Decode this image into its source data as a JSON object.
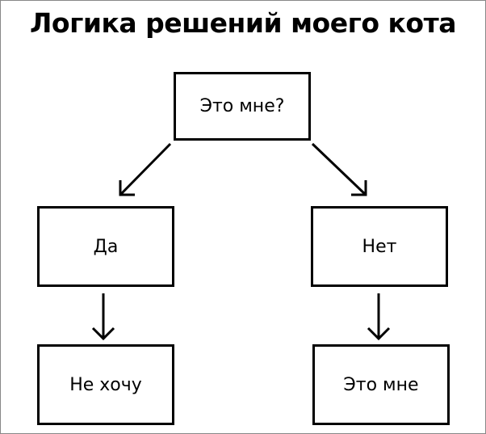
{
  "title": "Логика решений моего кота",
  "nodes": {
    "root": "Это мне?",
    "yes": "Да",
    "no": "Нет",
    "yes_result": "Не хочу",
    "no_result": "Это мне"
  }
}
